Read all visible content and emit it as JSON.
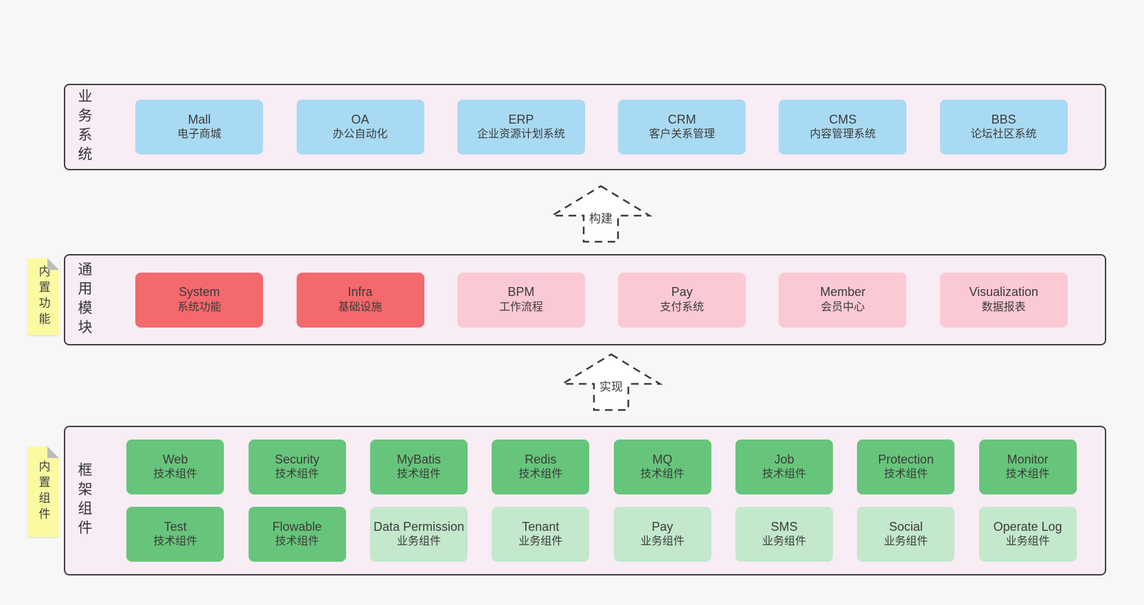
{
  "colors": {
    "page_bg": "#f7f7f7",
    "panel_bg": "#f8ecf5",
    "panel_border": "#3e3e3e",
    "box_blue": "#a9daf3",
    "box_red": "#f4696c",
    "box_pink": "#fbc9d4",
    "box_green_dark": "#67c57b",
    "box_green_light": "#c3e8cb",
    "sticky_yellow": "#fbfaa3",
    "text": "#3b3b3b"
  },
  "arrows": {
    "build": "构建",
    "implement": "实现"
  },
  "sections": {
    "business": {
      "side_label": "业务系统",
      "boxes": [
        {
          "name": "Mall",
          "desc": "电子商城"
        },
        {
          "name": "OA",
          "desc": "办公自动化"
        },
        {
          "name": "ERP",
          "desc": "企业资源计划系统"
        },
        {
          "name": "CRM",
          "desc": "客户关系管理"
        },
        {
          "name": "CMS",
          "desc": "内容管理系统"
        },
        {
          "name": "BBS",
          "desc": "论坛社区系统"
        }
      ]
    },
    "modules": {
      "side_label": "通用模块",
      "sticky_label": "内置功能",
      "boxes": [
        {
          "name": "System",
          "desc": "系统功能"
        },
        {
          "name": "Infra",
          "desc": "基础设施"
        },
        {
          "name": "BPM",
          "desc": "工作流程"
        },
        {
          "name": "Pay",
          "desc": "支付系统"
        },
        {
          "name": "Member",
          "desc": "会员中心"
        },
        {
          "name": "Visualization",
          "desc": "数据报表"
        }
      ]
    },
    "components": {
      "side_label": "框架组件",
      "sticky_label": "内置组件",
      "row1": [
        {
          "name": "Web",
          "desc": "技术组件"
        },
        {
          "name": "Security",
          "desc": "技术组件"
        },
        {
          "name": "MyBatis",
          "desc": "技术组件"
        },
        {
          "name": "Redis",
          "desc": "技术组件"
        },
        {
          "name": "MQ",
          "desc": "技术组件"
        },
        {
          "name": "Job",
          "desc": "技术组件"
        },
        {
          "name": "Protection",
          "desc": "技术组件"
        },
        {
          "name": "Monitor",
          "desc": "技术组件"
        }
      ],
      "row2": [
        {
          "name": "Test",
          "desc": "技术组件"
        },
        {
          "name": "Flowable",
          "desc": "技术组件"
        },
        {
          "name": "Data Permission",
          "desc": "业务组件"
        },
        {
          "name": "Tenant",
          "desc": "业务组件"
        },
        {
          "name": "Pay",
          "desc": "业务组件"
        },
        {
          "name": "SMS",
          "desc": "业务组件"
        },
        {
          "name": "Social",
          "desc": "业务组件"
        },
        {
          "name": "Operate Log",
          "desc": "业务组件"
        }
      ]
    }
  }
}
